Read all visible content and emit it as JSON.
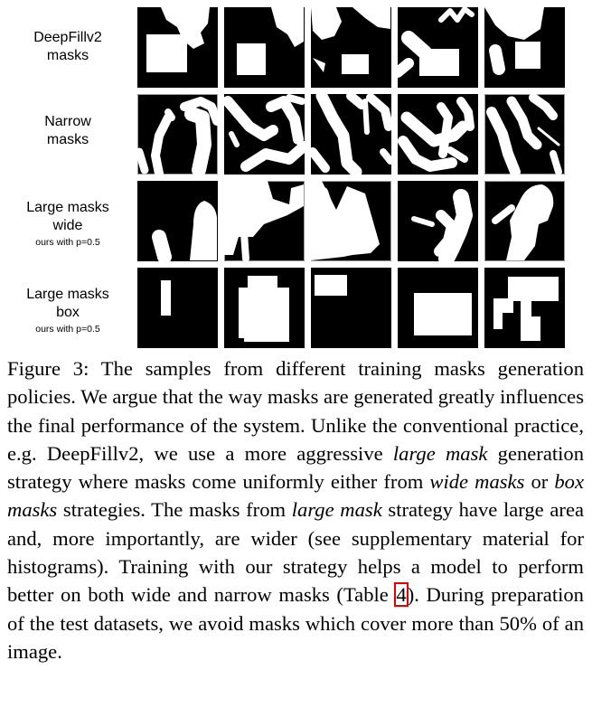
{
  "figure": {
    "rows": [
      {
        "id": "deepfill",
        "line1": "DeepFillv2",
        "line2": "masks",
        "note": ""
      },
      {
        "id": "narrow",
        "line1": "Narrow",
        "line2": "masks",
        "note": ""
      },
      {
        "id": "wide",
        "line1": "Large masks",
        "line2": "wide",
        "note": "ours with p=0.5"
      },
      {
        "id": "box",
        "line1": "Large masks",
        "line2": "box",
        "note": "ours with p=0.5"
      }
    ]
  },
  "caption": {
    "p1": "Figure 3: The samples from different training masks generation policies.  We argue that the way masks are generated greatly influences the final performance of the system.  Unlike the conventional practice, e.g.  DeepFillv2, we use a more aggressive ",
    "em1": "large mask",
    "p2": " generation strategy where masks come uniformly either from ",
    "em2": "wide masks",
    "p3": " or ",
    "em3": "box masks",
    "p4": " strategies. The masks from ",
    "em4": "large mask",
    "p5": " strategy have large area and, more importantly, are wider (see supplementary material for histograms).  Training with our strategy helps a model to perform better on both wide and narrow masks (Table ",
    "ref": "4",
    "p6": "). During preparation of the test datasets, we avoid masks which cover more than 50% of an image."
  },
  "colors": {
    "mask": "#ffffff",
    "background": "#000000",
    "ref_box": "#e60000"
  }
}
